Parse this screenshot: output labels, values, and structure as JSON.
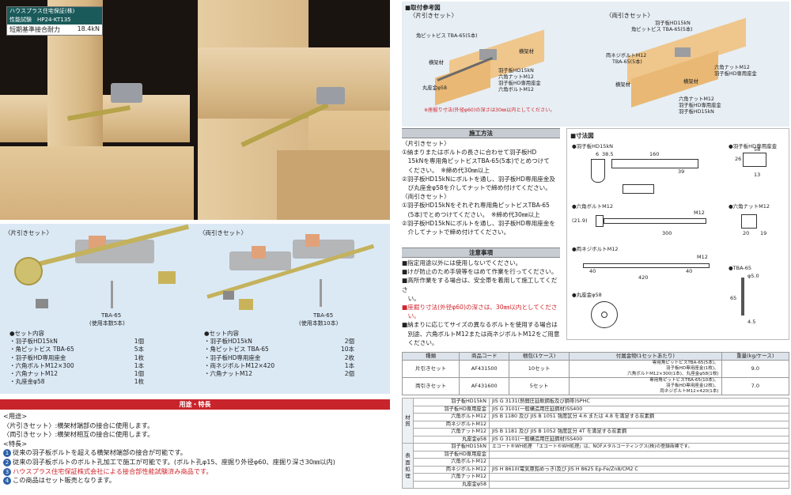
{
  "badge": {
    "line1": "ハウスプラス住宅保証(株)",
    "line2": "性能試験　HP24-KT135",
    "label": "短期基準接合耐力",
    "value": "18.4kN"
  },
  "sets": {
    "single_title": "〈片引きセット〉",
    "double_title": "〈両引きセット〉",
    "single_tba": "TBA-65",
    "single_tba_note": "(使用本数5本)",
    "double_tba": "TBA-65",
    "double_tba_note": "(使用本数10本)",
    "single_contents_head": "●セット内容",
    "single_items": [
      {
        "name": "・羽子板HD15kN",
        "qty": "1個"
      },
      {
        "name": "・角ピットビス TBA-65",
        "qty": "5本"
      },
      {
        "name": "・羽子板HD専用座金",
        "qty": "1枚"
      },
      {
        "name": "・六角ボルトM12×300",
        "qty": "1本"
      },
      {
        "name": "・六角ナットM12",
        "qty": "1個"
      },
      {
        "name": "・丸座金φ58",
        "qty": "1枚"
      }
    ],
    "double_contents_head": "●セット内容",
    "double_items": [
      {
        "name": "・羽子板HD15kN",
        "qty": "2個"
      },
      {
        "name": "・角ピットビス TBA-65",
        "qty": "10本"
      },
      {
        "name": "・羽子板HD専用座金",
        "qty": "2枚"
      },
      {
        "name": "・両ネジボルトM12×420",
        "qty": "1本"
      },
      {
        "name": "・六角ナットM12",
        "qty": "2個"
      }
    ]
  },
  "features": {
    "head": "用途・特長",
    "usage_head": "<用途>",
    "usage": [
      "〈片引きセット〉:横架材端部の接合に使用します。",
      "〈両引きセット〉:横架材相互の接合に使用します。"
    ],
    "feature_head": "<特長>",
    "items": [
      {
        "n": "1",
        "text": "従来の羽子板ボルトを超える横架材端部の接合が可能です。"
      },
      {
        "n": "2",
        "text": "従来の羽子板ボルトのボルト孔加工で施工が可能です。(ボルト孔φ15、座掘り外径φ60、座掘り深さ30㎜以内)"
      },
      {
        "n": "3",
        "text": "ハウスプラス住宅保証株式会社による接合部性能試験済み商品です。"
      },
      {
        "n": "4",
        "text": "この商品はセット販売となります。"
      }
    ]
  },
  "install": {
    "head": "■取付参考図",
    "single": "〈片引きセット〉",
    "double": "〈両引きセット〉",
    "single_labels": [
      "角ピットビス TBA-65(5本)",
      "横架材",
      "横架材",
      "羽子板HD15kN",
      "六角ナットM12",
      "羽子板HD専用座金",
      "六角ボルトM12",
      "丸座金φ58"
    ],
    "double_labels": [
      "羽子板HD15kN",
      "角ピットビス TBA-65(5本)",
      "両ネジボルトM12",
      "TBA-65(5本)",
      "横架材",
      "六角ナットM12",
      "羽子板HD専用座金",
      "六角ナットM12",
      "羽子板HD専用座金",
      "羽子板HD15kN",
      "横架材"
    ],
    "note": "※座掘り寸法(外径φ60)の深さは30㎜以内としてください。"
  },
  "method": {
    "head": "施工方法",
    "lines": [
      "〈片引きセット〉",
      "①納まりまたはボルトの長さに合わせて羽子板HD",
      "　15kNを専用角ピットビスTBA-65(5本)でとめつけて",
      "　ください。　※締め代30㎜以上",
      "②羽子板HD15kNにボルトを通し、羽子板HD専用座金及",
      "　び丸座金φ58を介してナットで締め付けてください。",
      "〈両引きセット〉",
      "①羽子板HD15kNをそれぞれ専用角ピットビスTBA-65",
      "　(5本)でとめつけてください。　※締め代30㎜以上",
      "②羽子板HD15kNにボルトを通し、羽子板HD専用座金を",
      "　介してナットで締め付けてください。"
    ]
  },
  "caution": {
    "head": "注意事項",
    "lines": [
      {
        "t": "■指定用途以外には使用しないでください。",
        "red": false
      },
      {
        "t": "■けが防止のため手袋等をはめて作業を行ってください。",
        "red": false
      },
      {
        "t": "■高所作業をする場合は、安全帯を着用して施工してくださ",
        "red": false
      },
      {
        "t": "　い。",
        "red": false
      },
      {
        "t": "■座掘り寸法(外径φ60)の深さは、30㎜以内としてくださ",
        "red": true
      },
      {
        "t": "　い。",
        "red": true
      },
      {
        "t": "■納まりに応じてサイズの異なるボルトを使用する場合は",
        "red": false
      },
      {
        "t": "　別途、六角ボルトM12または両ネジボルトM12をご用意",
        "red": false
      },
      {
        "t": "　ください。",
        "red": false
      }
    ]
  },
  "dims": {
    "head": "■寸法図",
    "hd": "●羽子板HD15kN",
    "washer": "●羽子板HD専用座金",
    "bolt": "●六角ボルトM12",
    "nut": "●六角ナットM12",
    "dbolt": "●両ネジボルトM12",
    "tba": "●TBA-65",
    "round": "●丸座金φ58",
    "nums": [
      "6",
      "38.5",
      "160",
      "39",
      "(21.9)",
      "M12",
      "300",
      "19",
      "20",
      "M12",
      "420",
      "40",
      "40",
      "65",
      "φ5.0",
      "4.5",
      "58",
      "13",
      "26"
    ]
  },
  "spec_table": {
    "headers": [
      "種類",
      "商品コード",
      "梱包(1ケース)",
      "付属金物(1セットあたり)",
      "重量(kg/ケース)"
    ],
    "rows": [
      {
        "kind": "片引きセット",
        "code": "AF431500",
        "pack": "10セット",
        "acc": [
          "専用角ピットビスTBA-65(5本)、",
          "羽子板HD専用座金(1枚)、",
          "六角ボルトM12×300(1本)、丸座金φ58(1枚)"
        ],
        "weight": "9.0"
      },
      {
        "kind": "両引きセット",
        "code": "AF431600",
        "pack": "5セット",
        "acc": [
          "専用角ピットビスTBA-65(10本)、",
          "羽子板HD専用座金(2枚)、",
          "両ネジボルトM12×420(1本)"
        ],
        "weight": "7.0"
      }
    ]
  },
  "material": {
    "side1": "材質",
    "side2": "表面処理",
    "rows1": [
      {
        "item": "羽子板HD15kN",
        "spec": "JIS G 3131(熱間圧延軟鋼板及び鋼帯)SPHC"
      },
      {
        "item": "羽子板HD専用座金",
        "spec": "JIS G 3101(一般構造用圧延鋼材)SS400"
      },
      {
        "item": "六角ボルトM12",
        "spec": "JIS B 1180 及び JIS B 1051 強度区分 4.6 または 4.8 を満足する炭素鋼"
      },
      {
        "item": "両ネジボルトM12",
        "spec": ""
      },
      {
        "item": "六角ナットM12",
        "spec": "JIS B 1181 及び JIS B 1052 強度区分 4T を満足する炭素鋼"
      },
      {
        "item": "丸座金φ58",
        "spec": "JIS G 3101(一般構造用圧延鋼材)SS400"
      }
    ],
    "rows2": [
      {
        "item": "羽子板HD15kN",
        "spec": "エコート®WH処理　「エコート®WH処理」は、NOFメタルコーティングス(株)の登録商標です。"
      },
      {
        "item": "羽子板HD専用座金",
        "spec": ""
      },
      {
        "item": "六角ボルトM12",
        "spec": ""
      },
      {
        "item": "両ネジボルトM12",
        "spec": "JIS H 8610(電気亜鉛めっき)及び JIS H 8625 Ep-Fe/Zn8/CM2 C"
      },
      {
        "item": "六角ナットM12",
        "spec": ""
      },
      {
        "item": "丸座金φ58",
        "spec": ""
      }
    ]
  }
}
